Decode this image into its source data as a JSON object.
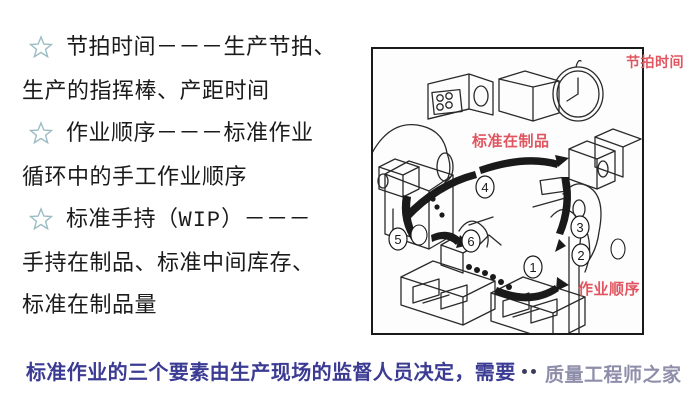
{
  "bullets": [
    {
      "icon": "star-icon",
      "line1": "节拍时间－－－生产节拍、",
      "line2": "生产的指挥棒、产距时间"
    },
    {
      "icon": "star-icon",
      "line1": "作业顺序－－－标准作业",
      "line2": "循环中的手工作业顺序"
    },
    {
      "icon": "star-icon",
      "line1_pre": "标准手持（",
      "line1_latin": "WIP",
      "line1_post": "）－－－",
      "line2": "手持在制品、标准中间库存、",
      "line3": "标准在制品量"
    }
  ],
  "caption": {
    "text": "标准作业的三个要素由生产现场的监督人员决定，需要"
  },
  "watermark": {
    "logo": "circle-face-icon",
    "text": "质量工程师之家"
  },
  "diagram": {
    "labels": {
      "takt_time": "节拍时间",
      "standard_wip": "标准在制品",
      "work_sequence": "作业顺序"
    },
    "step_numbers": [
      "①",
      "②",
      "③",
      "④",
      "⑤",
      "⑥"
    ],
    "accent_red": "#e0555f",
    "ink": "#1a1a1a"
  }
}
